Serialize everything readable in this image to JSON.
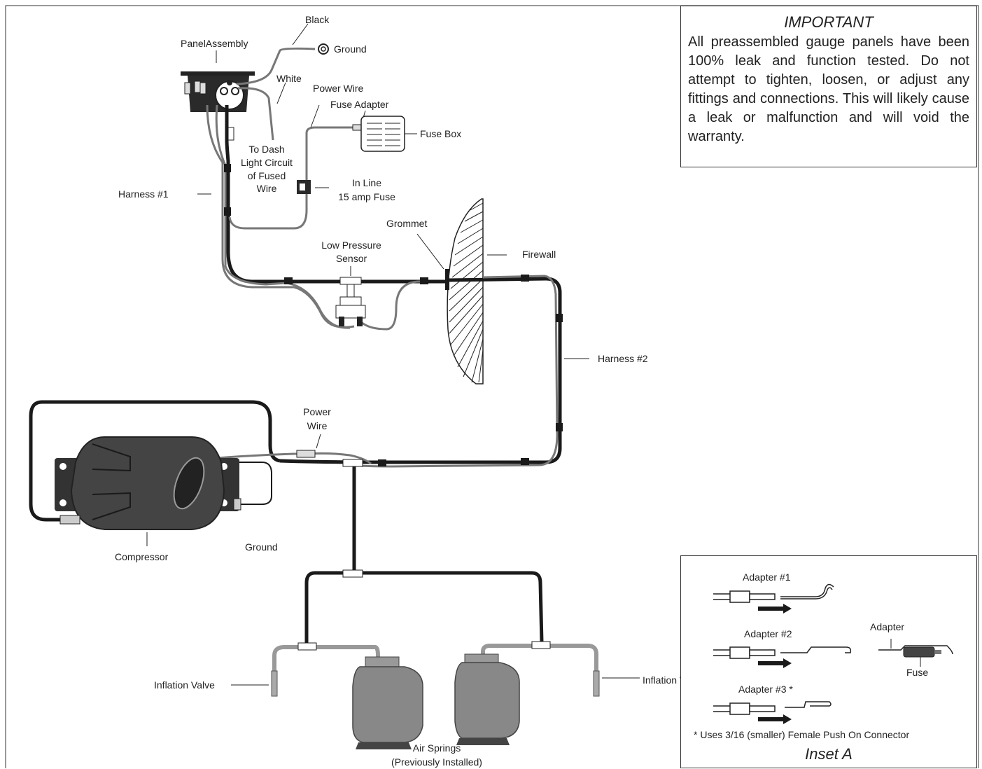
{
  "labels": {
    "black": "Black",
    "ground_top": "Ground",
    "panel_assembly": "PanelAssembly",
    "white": "White",
    "power_wire_top": "Power Wire",
    "fuse_adapter": "Fuse Adapter",
    "fuse_box": "Fuse Box",
    "to_dash_1": "To Dash",
    "to_dash_2": "Light Circuit",
    "to_dash_3": "of Fused",
    "to_dash_4": "Wire",
    "harness_1": "Harness #1",
    "in_line_1": "In Line",
    "in_line_2": "15 amp Fuse",
    "grommet": "Grommet",
    "low_pressure_1": "Low Pressure",
    "low_pressure_2": "Sensor",
    "firewall": "Firewall",
    "harness_2": "Harness #2",
    "power_wire_mid_1": "Power",
    "power_wire_mid_2": "Wire",
    "compressor": "Compressor",
    "ground_mid": "Ground",
    "inflation_valve_left": "Inflation Valve",
    "inflation_valve_right": "Inflation Valve",
    "air_springs_1": "Air Springs",
    "air_springs_2": "(Previously Installed)"
  },
  "important": {
    "title": "IMPORTANT",
    "body": "All preassembled gauge panels have been 100% leak and function tested. Do not attempt to tighten, loosen, or adjust any fittings and connections. This will likely cause a leak or malfunction and will void the warranty."
  },
  "inset": {
    "adapter_1": "Adapter #1",
    "adapter_2": "Adapter #2",
    "adapter_3": "Adapter #3 *",
    "adapter": "Adapter",
    "fuse": "Fuse",
    "note": "* Uses 3/16 (smaller) Female Push On Connector",
    "title": "Inset A"
  },
  "colors": {
    "hose": "#1a1a1a",
    "wire": "#777777",
    "part_dark": "#333333",
    "part_gray": "#888888"
  }
}
